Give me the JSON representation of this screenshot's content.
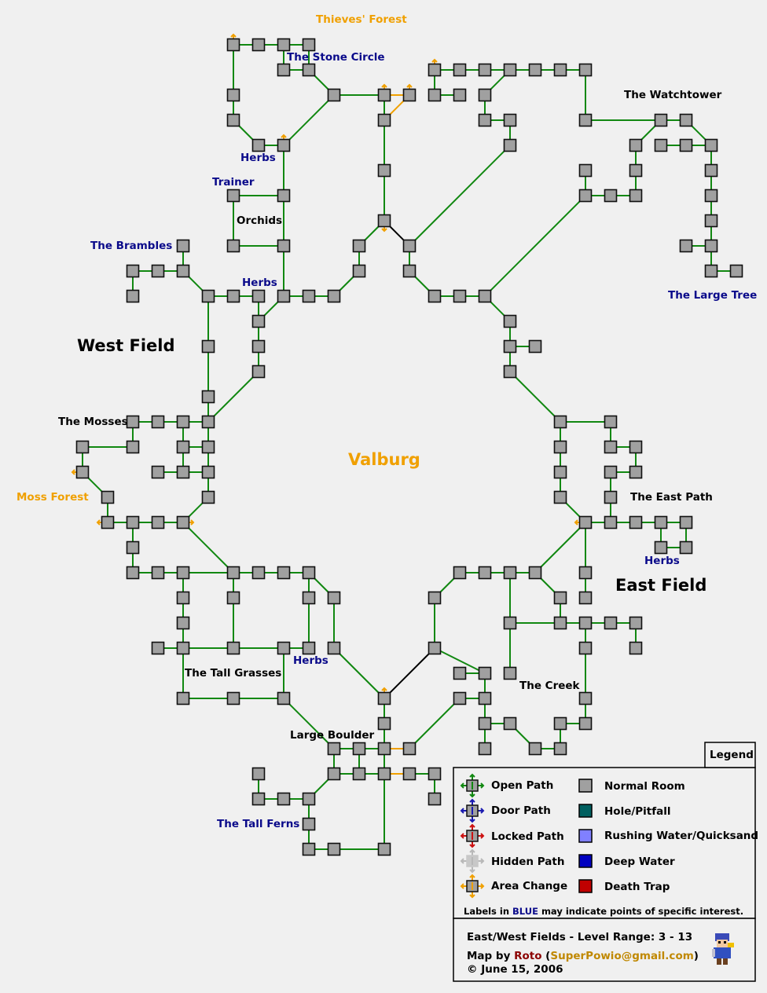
{
  "region_labels": {
    "west_field": "West Field",
    "east_field": "East Field",
    "city": "Valburg"
  },
  "place_labels": [
    {
      "text": "Thieves' Forest",
      "color": "orange"
    },
    {
      "text": "The Stone Circle",
      "color": "blue"
    },
    {
      "text": "The Watchtower",
      "color": "black"
    },
    {
      "text": "Herbs",
      "color": "blue"
    },
    {
      "text": "Trainer",
      "color": "blue"
    },
    {
      "text": "Orchids",
      "color": "black"
    },
    {
      "text": "The Brambles",
      "color": "blue"
    },
    {
      "text": "Herbs",
      "color": "blue"
    },
    {
      "text": "The Large Tree",
      "color": "blue"
    },
    {
      "text": "The Mosses",
      "color": "black"
    },
    {
      "text": "Moss Forest",
      "color": "orange"
    },
    {
      "text": "The East Path",
      "color": "black"
    },
    {
      "text": "Herbs",
      "color": "blue"
    },
    {
      "text": "The Tall Grasses",
      "color": "black"
    },
    {
      "text": "Herbs",
      "color": "blue"
    },
    {
      "text": "The Creek",
      "color": "black"
    },
    {
      "text": "Large Boulder",
      "color": "black"
    },
    {
      "text": "The Tall Ferns",
      "color": "blue"
    }
  ],
  "legend": {
    "title": "Legend",
    "paths": [
      {
        "label": "Open Path",
        "color": "#118811"
      },
      {
        "label": "Door Path",
        "color": "#1a1ab0"
      },
      {
        "label": "Locked Path",
        "color": "#cc1111"
      },
      {
        "label": "Hidden Path",
        "color": "#b8b8b8"
      },
      {
        "label": "Area Change",
        "color": "#f0a000"
      }
    ],
    "rooms": [
      {
        "label": "Normal Room",
        "color": "#a0a0a0"
      },
      {
        "label": "Hole/Pitfall",
        "color": "#006060"
      },
      {
        "label": "Rushing Water/Quicksand",
        "color": "#8080ff"
      },
      {
        "label": "Deep Water",
        "color": "#0000c0"
      },
      {
        "label": "Death Trap",
        "color": "#c00000"
      }
    ],
    "note_prefix": "Labels in ",
    "note_blue": "BLUE",
    "note_suffix": " may indicate points of specific interest."
  },
  "credits": {
    "title": "East/West Fields - Level Range: 3 - 13",
    "map_by": "Map by ",
    "author": "Roto",
    "open_paren": " (",
    "email": "SuperPowio@gmail.com",
    "close_paren": ")",
    "date": "© June 15, 2006"
  },
  "colors": {
    "open_path": "#118811",
    "area_change": "#f0a000",
    "hidden_path": "#000000",
    "room_fill": "#a0a0a0",
    "label_blue": "#0a0a8a",
    "label_orange": "#f0a000",
    "author": "#8b0000"
  }
}
